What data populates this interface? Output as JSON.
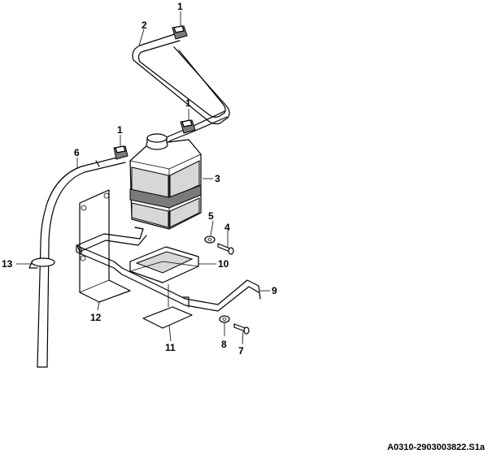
{
  "callouts": [
    {
      "id": "c1a",
      "text": "1"
    },
    {
      "id": "c2",
      "text": "2"
    },
    {
      "id": "c1b",
      "text": "1"
    },
    {
      "id": "c1c",
      "text": "1"
    },
    {
      "id": "c6",
      "text": "6"
    },
    {
      "id": "c3",
      "text": "3"
    },
    {
      "id": "c5",
      "text": "5"
    },
    {
      "id": "c4",
      "text": "4"
    },
    {
      "id": "c10",
      "text": "10"
    },
    {
      "id": "c13",
      "text": "13"
    },
    {
      "id": "c9",
      "text": "9"
    },
    {
      "id": "c12",
      "text": "12"
    },
    {
      "id": "c11",
      "text": "11"
    },
    {
      "id": "c8",
      "text": "8"
    },
    {
      "id": "c7",
      "text": "7"
    }
  ],
  "reference_code": "A0310-2903003822.S1a"
}
